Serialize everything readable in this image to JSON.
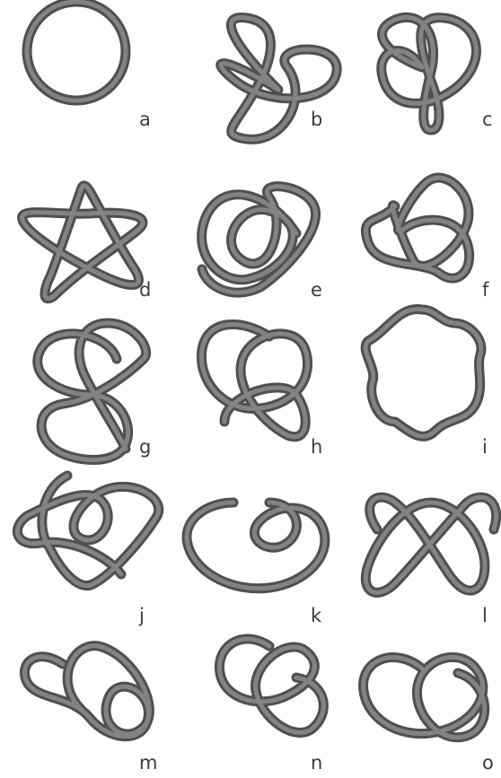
{
  "knots": [
    {
      "id": "knot-a",
      "label": "a"
    },
    {
      "id": "knot-b",
      "label": "b"
    },
    {
      "id": "knot-c",
      "label": "c"
    },
    {
      "id": "knot-d",
      "label": "d"
    },
    {
      "id": "knot-e",
      "label": "e"
    },
    {
      "id": "knot-f",
      "label": "f"
    },
    {
      "id": "knot-g",
      "label": "g"
    },
    {
      "id": "knot-h",
      "label": "h"
    },
    {
      "id": "knot-i",
      "label": "i"
    },
    {
      "id": "knot-j",
      "label": "j"
    },
    {
      "id": "knot-k",
      "label": "k"
    },
    {
      "id": "knot-l",
      "label": "l"
    },
    {
      "id": "knot-m",
      "label": "m"
    },
    {
      "id": "knot-n",
      "label": "n"
    },
    {
      "id": "knot-o",
      "label": "o"
    }
  ],
  "colors": {
    "strand": "#4f4f4f",
    "strand_highlight": "#838383",
    "label": "#3c3c3c",
    "background": "#ffffff"
  }
}
